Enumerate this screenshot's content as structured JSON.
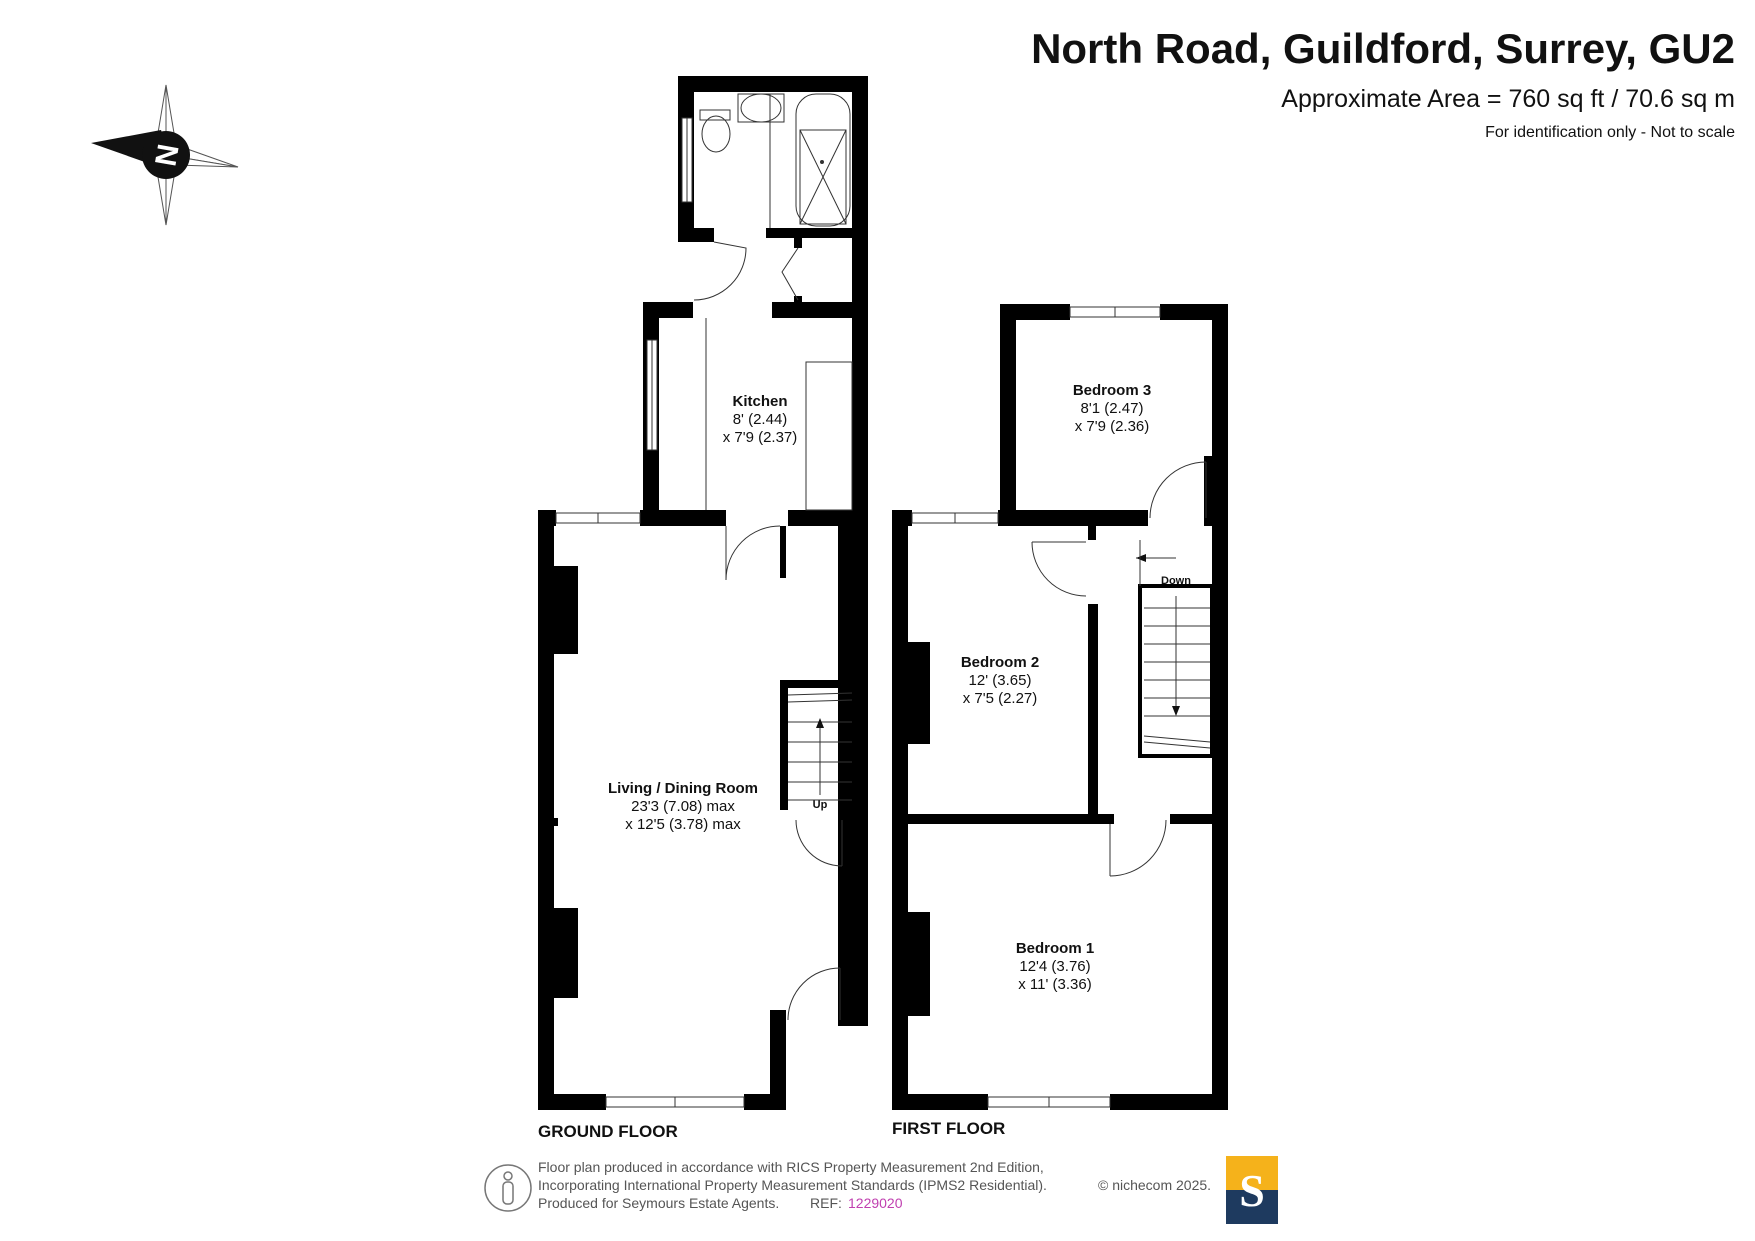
{
  "header": {
    "title": "North Road, Guildford, Surrey, GU2",
    "area": "Approximate Area = 760 sq ft / 70.6 sq m",
    "note": "For identification only - Not to scale"
  },
  "compass": {
    "letter": "N"
  },
  "ground_floor": {
    "label": "GROUND FLOOR",
    "rooms": [
      {
        "name": "Kitchen",
        "dim1": "8' (2.44)",
        "dim2": "x 7'9 (2.37)"
      },
      {
        "name": "Living / Dining Room",
        "dim1": "23'3 (7.08) max",
        "dim2": "x 12'5 (3.78) max"
      }
    ],
    "stairs_label": "Up"
  },
  "first_floor": {
    "label": "FIRST FLOOR",
    "rooms": [
      {
        "name": "Bedroom 3",
        "dim1": "8'1 (2.47)",
        "dim2": "x 7'9 (2.36)"
      },
      {
        "name": "Bedroom 2",
        "dim1": "12' (3.65)",
        "dim2": "x 7'5 (2.27)"
      },
      {
        "name": "Bedroom 1",
        "dim1": "12'4 (3.76)",
        "dim2": "x 11' (3.36)"
      }
    ],
    "stairs_label": "Down"
  },
  "footer": {
    "line1": "Floor plan produced in accordance with RICS Property Measurement 2nd Edition,",
    "line2": "Incorporating International Property Measurement Standards (IPMS2 Residential).",
    "line3": "Produced for Seymours Estate Agents.",
    "ref_label": "REF:",
    "ref_value": "1229020",
    "copyright": "© nichecom 2025.",
    "logo_letter": "S"
  },
  "colors": {
    "wall": "#000000",
    "logo_top": "#f5b21b",
    "logo_bottom": "#1e3a5f",
    "ref": "#c040b0"
  }
}
